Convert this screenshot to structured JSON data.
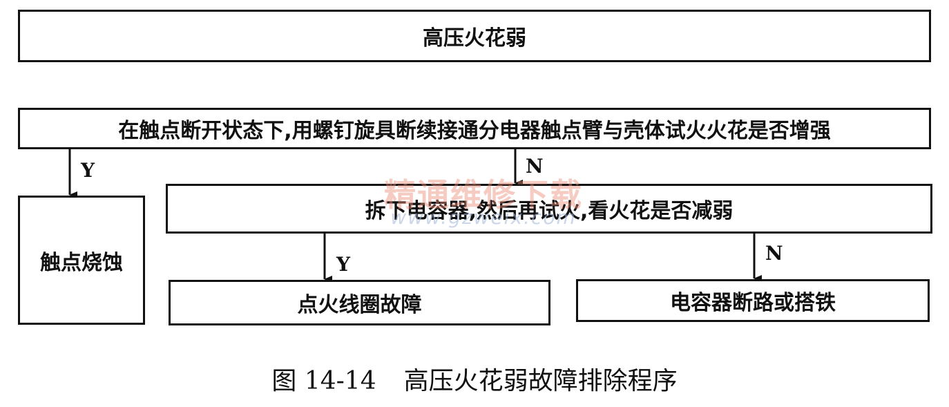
{
  "diagram": {
    "title": "高压火花弱",
    "question1": "在触点断开状态下,用螺钉旋具断续接通分电器触点臂与壳体试火火花是否增强",
    "result_contact": "触点烧蚀",
    "question2": "拆下电容器,然后再试火,看火花是否减弱",
    "result_coil": "点火线圈故障",
    "result_capacitor": "电容器断路或搭铁",
    "label_yes": "Y",
    "label_no": "N"
  },
  "caption": {
    "figure_number": "图 14-14",
    "text": "高压火花弱故障排除程序"
  },
  "watermark": {
    "text_cn": "精通维修下载",
    "text_url": "www.gzweix.com"
  },
  "colors": {
    "line": "#111111",
    "watermark_red": "#e88c78",
    "watermark_blue": "#a0b4d7"
  }
}
